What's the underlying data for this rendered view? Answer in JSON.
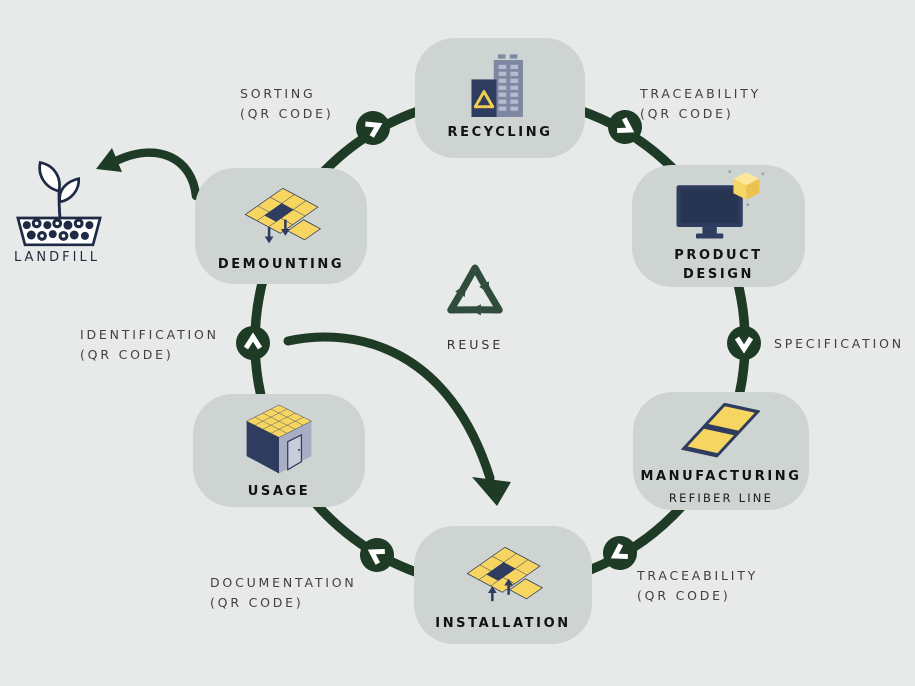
{
  "diagram": {
    "title_hint": "circular-lifecycle-diagram",
    "center": {
      "label": "REUSE"
    },
    "landfill": {
      "label": "LANDFILL"
    },
    "nodes": {
      "recycling": {
        "label": "RECYCLING"
      },
      "product_design": {
        "label": "PRODUCT DESIGN"
      },
      "manufacturing": {
        "label": "MANUFACTURING",
        "sublabel": "REFIBER LINE"
      },
      "installation": {
        "label": "INSTALLATION"
      },
      "usage": {
        "label": "USAGE"
      },
      "demounting": {
        "label": "DEMOUNTING"
      }
    },
    "edge_labels": {
      "sorting": {
        "line1": "SORTING",
        "line2": "(QR CODE)"
      },
      "traceability_top": {
        "line1": "TRACEABILITY",
        "line2": "(QR CODE)"
      },
      "specification": {
        "line1": "SPECIFICATION",
        "line2": ""
      },
      "traceability_bottom": {
        "line1": "TRACEABILITY",
        "line2": "(QR CODE)"
      },
      "documentation": {
        "line1": "DOCUMENTATION",
        "line2": "(QR CODE)"
      },
      "identification": {
        "line1": "IDENTIFICATION",
        "line2": "(QR CODE)"
      }
    },
    "flow_direction": "clockwise",
    "colors": {
      "background": "#e8eae9",
      "ring_green": "#1e3b25",
      "card_gray": "#cdd4d1",
      "icon_navy": "#2e3c5f",
      "icon_yellow": "#f7d561",
      "icon_yellow_light": "#fbe69a",
      "icon_yellow_dark": "#edc14e",
      "building_gray": "#7e88a3",
      "wall_light": "#a9aec5",
      "reuse_green": "#2f4c3c",
      "landfill_navy": "#1f2a44",
      "label_gray": "#404040",
      "label_dark": "#121212"
    }
  }
}
